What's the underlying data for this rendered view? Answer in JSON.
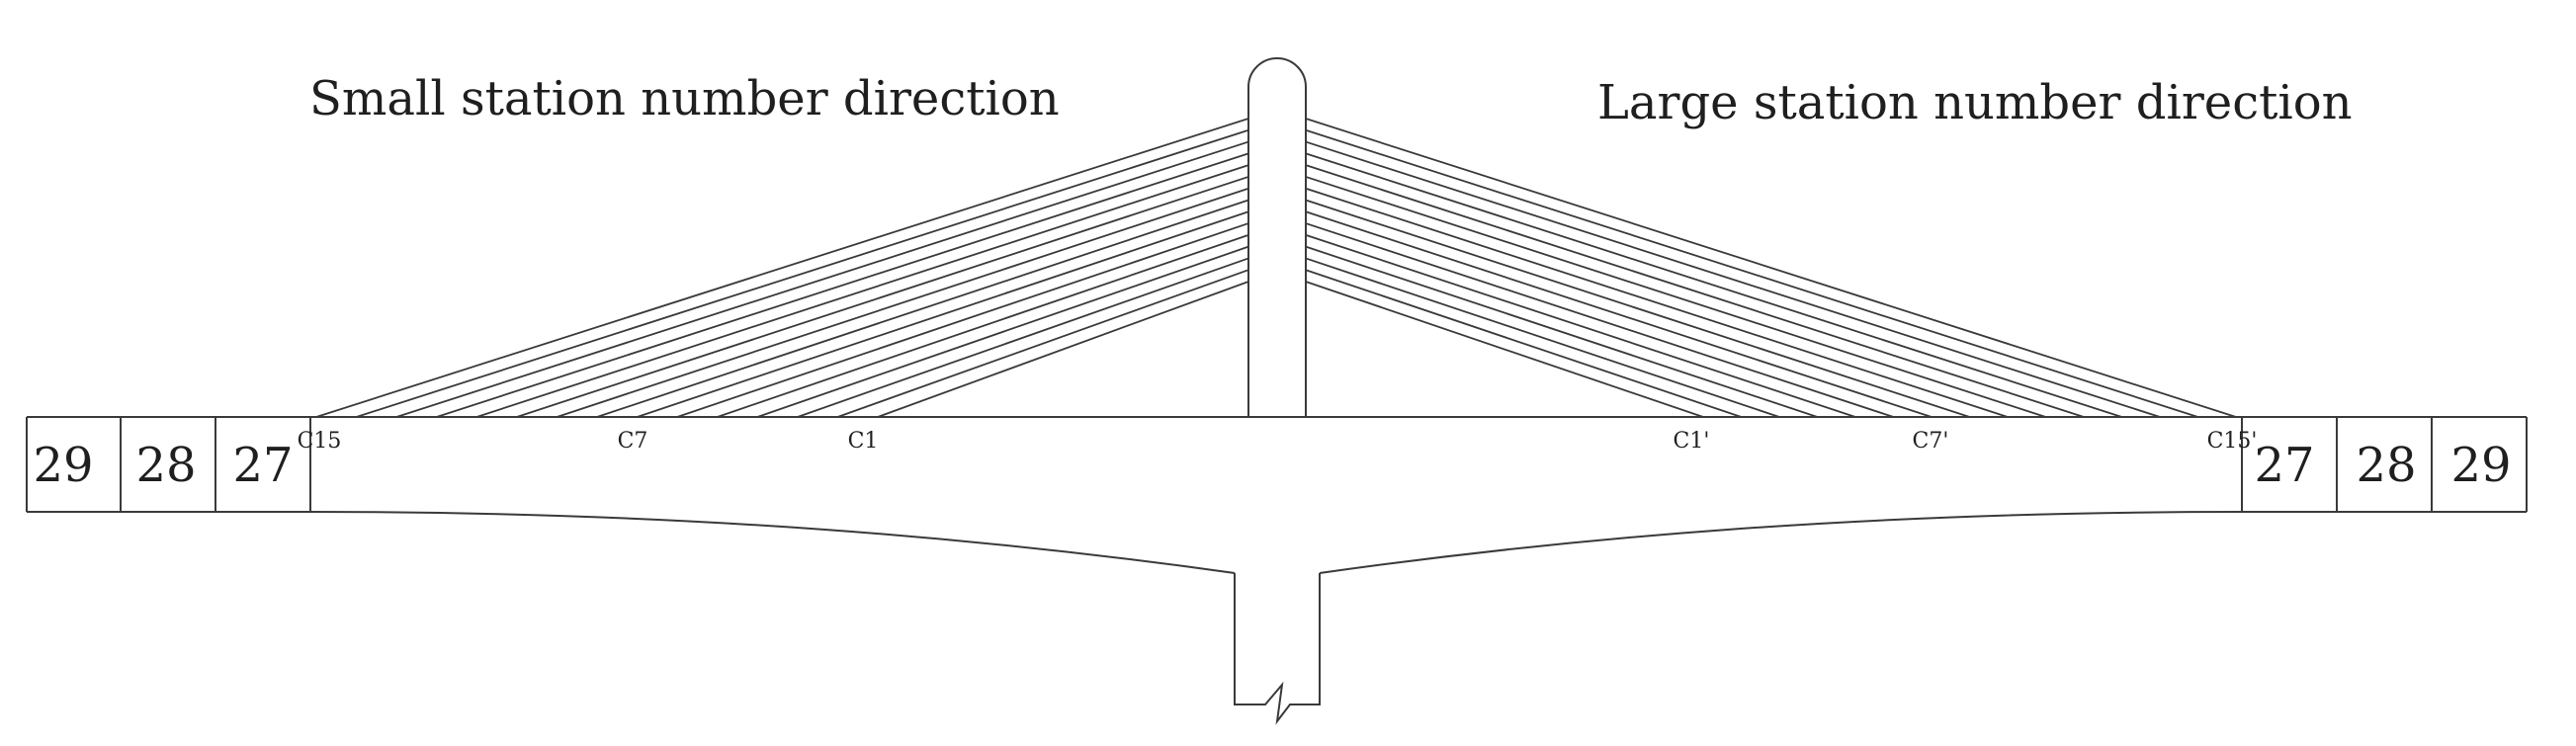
{
  "directions": {
    "left": "Small station number direction",
    "right": "Large station number direction"
  },
  "segments": {
    "left": [
      "29",
      "28",
      "27"
    ],
    "right": [
      "27",
      "28",
      "29"
    ]
  },
  "cable_labels": {
    "left": [
      "C15",
      "C7",
      "C1"
    ],
    "right": [
      "C1'",
      "C7'",
      "C15'"
    ]
  },
  "cable_count_per_side": 15,
  "colors": {
    "stroke": "#3a3a3a",
    "text": "#1f1f1f",
    "background": "#ffffff"
  }
}
